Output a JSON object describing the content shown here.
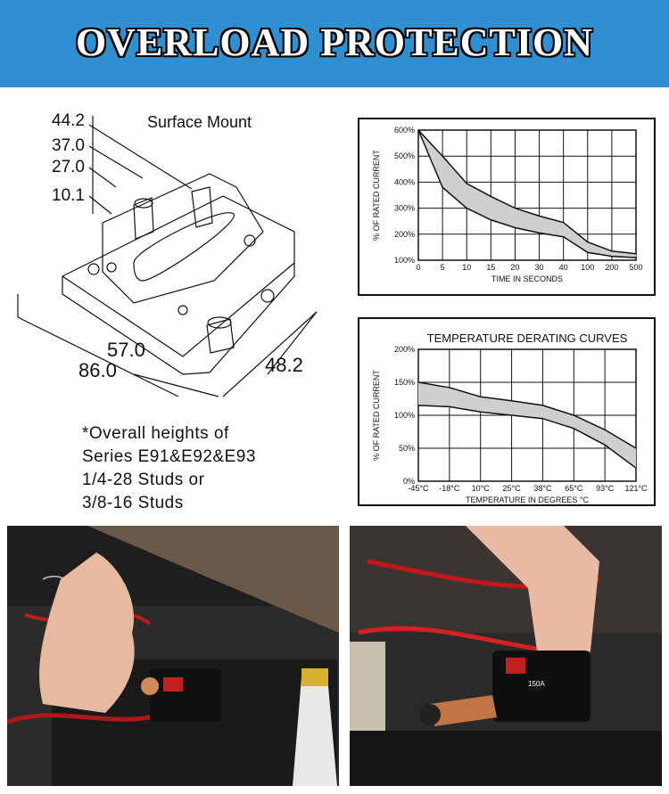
{
  "banner": {
    "title": "OVERLOAD PROTECTION",
    "background": "#2f8fd0"
  },
  "drawing": {
    "mount_label": "Surface Mount",
    "heights": [
      "44.2",
      "37.0",
      "27.0",
      "10.1"
    ],
    "width_inner": "57.0",
    "width_outer": "86.0",
    "depth": "48.2",
    "note_lines": [
      "*Overall heights of",
      "Series E91&E92&E93",
      "1/4-28 Studs or",
      "3/8-16 Studs"
    ]
  },
  "chart_data": [
    {
      "type": "area",
      "title": "",
      "xlabel": "TIME IN SECONDS",
      "ylabel": "% OF RATED CURRENT",
      "x_ticks": [
        "0",
        "5",
        "10",
        "15",
        "20",
        "30",
        "40",
        "100",
        "200",
        "500"
      ],
      "y_ticks": [
        "100%",
        "200%",
        "300%",
        "400%",
        "500%",
        "600%"
      ],
      "ylim": [
        100,
        600
      ],
      "series": [
        {
          "name": "",
          "x": [
            0,
            5,
            10,
            15,
            20,
            30,
            40,
            100,
            200,
            500
          ],
          "values": [
            600,
            380,
            300,
            255,
            225,
            205,
            190,
            130,
            115,
            110
          ]
        },
        {
          "name": "",
          "x": [
            0,
            5,
            10,
            15,
            20,
            30,
            40,
            100,
            200,
            500
          ],
          "values": [
            600,
            500,
            395,
            345,
            300,
            270,
            245,
            170,
            135,
            125
          ]
        }
      ],
      "grid": true,
      "fill_color": "#cfcfcf"
    },
    {
      "type": "area",
      "title": "TEMPERATURE DERATING CURVES",
      "xlabel": "TEMPERATURE IN DEGREES °C",
      "ylabel": "% OF RATED CURRENT",
      "x_ticks": [
        "-45°C",
        "-18°C",
        "10°C",
        "25°C",
        "38°C",
        "65°C",
        "93°C",
        "121°C"
      ],
      "y_ticks": [
        "0%",
        "50%",
        "100%",
        "150%",
        "200%"
      ],
      "ylim": [
        0,
        200
      ],
      "series": [
        {
          "name": "",
          "x": [
            -45,
            -18,
            10,
            25,
            38,
            65,
            93,
            121
          ],
          "values": [
            115,
            113,
            105,
            100,
            95,
            80,
            55,
            20
          ]
        },
        {
          "name": "",
          "x": [
            -45,
            -18,
            10,
            25,
            38,
            65,
            93,
            121
          ],
          "values": [
            150,
            142,
            128,
            122,
            115,
            100,
            78,
            50
          ]
        }
      ],
      "grid": true,
      "fill_color": "#cfcfcf"
    }
  ],
  "photos": {
    "left": {
      "breaker_label": ""
    },
    "right": {
      "breaker_label": "150A"
    }
  }
}
